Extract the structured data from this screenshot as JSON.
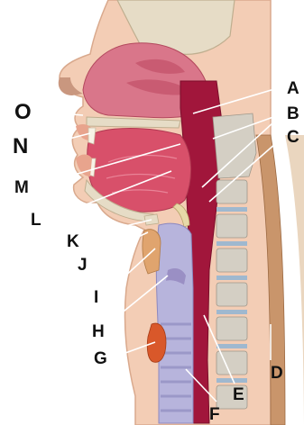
{
  "labels": {
    "A": "A",
    "B": "B",
    "C": "C",
    "D": "D",
    "E": "E",
    "F": "F",
    "G": "G",
    "H": "H",
    "I": "I",
    "J": "J",
    "K": "K",
    "L": "L",
    "M": "M",
    "N": "N",
    "O": "O"
  },
  "colors": {
    "skin": "#f3cdb5",
    "skin_edge": "#d9a98d",
    "bone": "#e6dcc6",
    "bone_edge": "#bfae8f",
    "nasal_cavity": "#d9768a",
    "pharynx": "#a1163b",
    "tongue": "#d8506a",
    "trachea": "#b7b4dc",
    "vertebra": "#d4cfc4",
    "disc": "#9fb8cf",
    "cord": "#c9956b",
    "thyroid": "#d9582a"
  }
}
